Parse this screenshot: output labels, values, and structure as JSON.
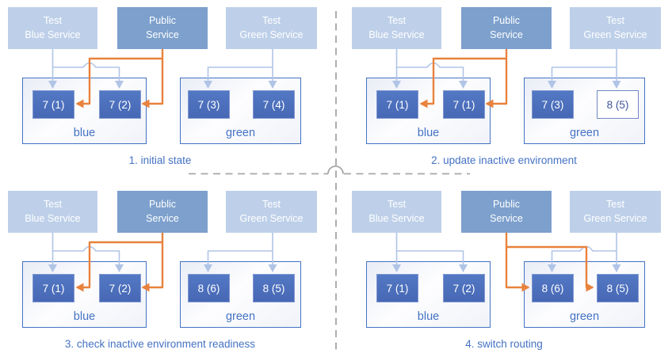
{
  "colors": {
    "service_light_fill": "#bed0e9",
    "service_public_fill": "#7da0cd",
    "service_text": "#ffffff",
    "pod_fill": "#4b6fbb",
    "pod_text": "#ffffff",
    "pod_outline_border": "#6f87c3",
    "pod_outline_text": "#3e549c",
    "env_border": "#4472c4",
    "env_label_text": "#4472c4",
    "caption_text": "#4472c4",
    "connector_light_blue": "#b0c4e6",
    "connector_orange": "#e8823c",
    "divider_gray": "#a6a6a6"
  },
  "services": {
    "test_blue": {
      "line1": "Test",
      "line2": "Blue Service"
    },
    "public": {
      "line1": "Public",
      "line2": "Service"
    },
    "test_green": {
      "line1": "Test",
      "line2": "Green Service"
    }
  },
  "panels": [
    {
      "caption": "1. initial state",
      "public_routing": "blue",
      "blue_env": {
        "label": "blue",
        "pods": [
          {
            "text": "7 (1)",
            "variant": "solid"
          },
          {
            "text": "7 (2)",
            "variant": "solid"
          }
        ]
      },
      "green_env": {
        "label": "green",
        "pods": [
          {
            "text": "7 (3)",
            "variant": "solid"
          },
          {
            "text": "7 (4)",
            "variant": "solid"
          }
        ]
      }
    },
    {
      "caption": "2. update inactive environment",
      "public_routing": "blue",
      "blue_env": {
        "label": "blue",
        "pods": [
          {
            "text": "7 (1)",
            "variant": "solid"
          },
          {
            "text": "7 (1)",
            "variant": "solid"
          }
        ]
      },
      "green_env": {
        "label": "green",
        "pods": [
          {
            "text": "7 (3)",
            "variant": "solid"
          },
          {
            "text": "8 (5)",
            "variant": "outline"
          }
        ]
      }
    },
    {
      "caption": "3. check inactive environment readiness",
      "public_routing": "blue",
      "blue_env": {
        "label": "blue",
        "pods": [
          {
            "text": "7 (1)",
            "variant": "solid"
          },
          {
            "text": "7 (2)",
            "variant": "solid"
          }
        ]
      },
      "green_env": {
        "label": "green",
        "pods": [
          {
            "text": "8 (6)",
            "variant": "solid"
          },
          {
            "text": "8 (5)",
            "variant": "solid"
          }
        ]
      }
    },
    {
      "caption": "4. switch routing",
      "public_routing": "green",
      "blue_env": {
        "label": "blue",
        "pods": [
          {
            "text": "7 (1)",
            "variant": "solid"
          },
          {
            "text": "7 (2)",
            "variant": "solid"
          }
        ]
      },
      "green_env": {
        "label": "green",
        "pods": [
          {
            "text": "8 (6)",
            "variant": "solid"
          },
          {
            "text": "8 (5)",
            "variant": "solid"
          }
        ]
      }
    }
  ]
}
